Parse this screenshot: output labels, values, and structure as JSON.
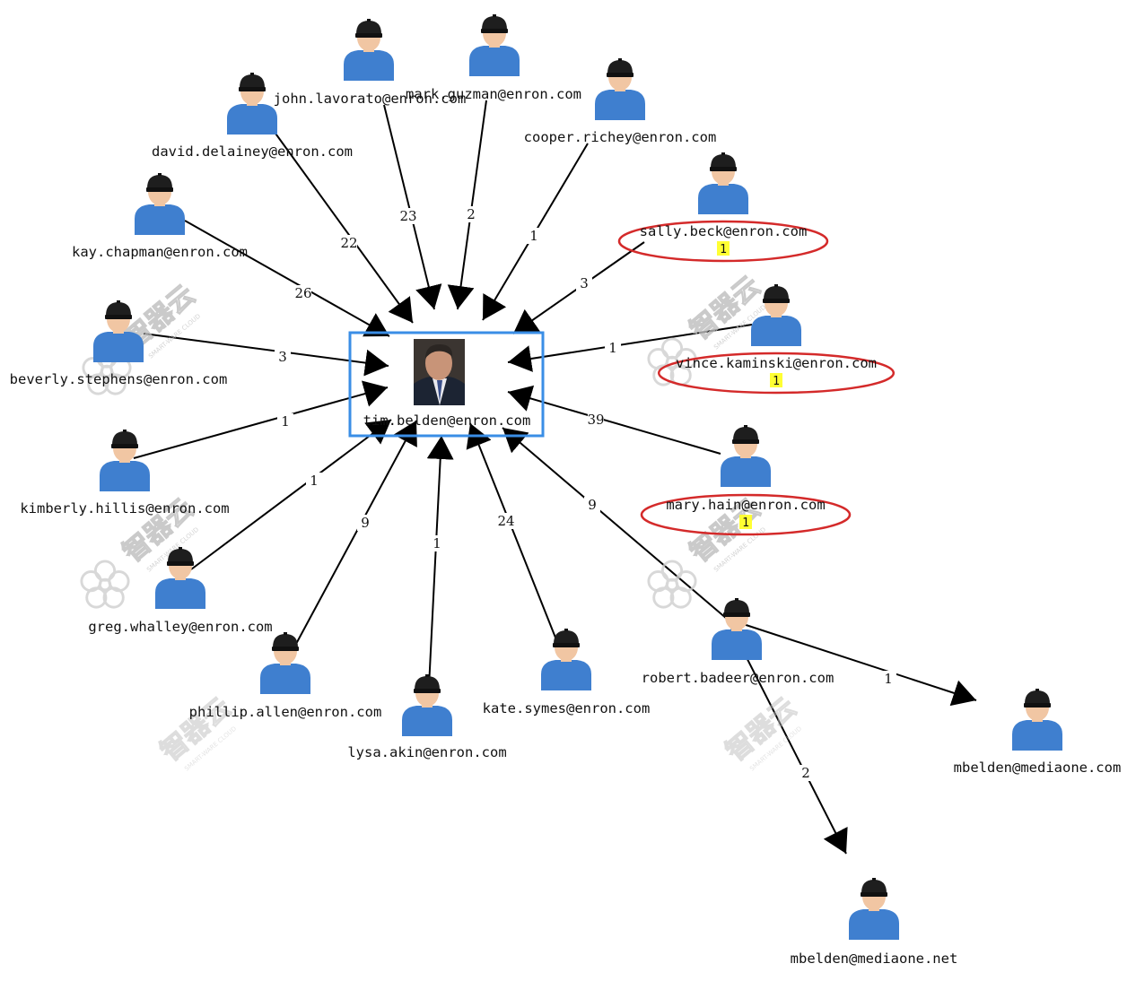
{
  "colors": {
    "person_shirt": "#3f7fcf",
    "person_skin": "#f1c6a3",
    "person_cap": "#1e1e1e",
    "focus_box": "#3a8ee6",
    "highlight_ellipse": "#d42a2a",
    "badge": "#ffff33",
    "edge": "#000000"
  },
  "center": {
    "label": "tim.belden@enron.com",
    "icon": "photo-portrait-icon"
  },
  "nodes": [
    {
      "id": "john",
      "label": "john.lavorato@enron.com",
      "icon": "person-icon"
    },
    {
      "id": "mark",
      "label": "mark.guzman@enron.com",
      "icon": "person-icon"
    },
    {
      "id": "david",
      "label": "david.delainey@enron.com",
      "icon": "person-icon"
    },
    {
      "id": "cooper",
      "label": "cooper.richey@enron.com",
      "icon": "person-icon"
    },
    {
      "id": "kay",
      "label": "kay.chapman@enron.com",
      "icon": "person-icon"
    },
    {
      "id": "sally",
      "label": "sally.beck@enron.com",
      "icon": "person-icon",
      "badge": "1",
      "highlighted": true
    },
    {
      "id": "beverly",
      "label": "beverly.stephens@enron.com",
      "icon": "person-icon"
    },
    {
      "id": "vince",
      "label": "vince.kaminski@enron.com",
      "icon": "person-icon",
      "badge": "1",
      "highlighted": true
    },
    {
      "id": "kimberly",
      "label": "kimberly.hillis@enron.com",
      "icon": "person-icon"
    },
    {
      "id": "mary",
      "label": "mary.hain@enron.com",
      "icon": "person-icon",
      "badge": "1",
      "highlighted": true
    },
    {
      "id": "greg",
      "label": "greg.whalley@enron.com",
      "icon": "person-icon"
    },
    {
      "id": "phillip",
      "label": "phillip.allen@enron.com",
      "icon": "person-icon"
    },
    {
      "id": "lysa",
      "label": "lysa.akin@enron.com",
      "icon": "person-icon"
    },
    {
      "id": "kate",
      "label": "kate.symes@enron.com",
      "icon": "person-icon"
    },
    {
      "id": "robert",
      "label": "robert.badeer@enron.com",
      "icon": "person-icon"
    },
    {
      "id": "mbcom",
      "label": "mbelden@mediaone.com",
      "icon": "person-icon"
    },
    {
      "id": "mbnet",
      "label": "mbelden@mediaone.net",
      "icon": "person-icon"
    }
  ],
  "edges": [
    {
      "from": "john",
      "to": "center",
      "weight": "23"
    },
    {
      "from": "mark",
      "to": "center",
      "weight": "2"
    },
    {
      "from": "david",
      "to": "center",
      "weight": "22"
    },
    {
      "from": "cooper",
      "to": "center",
      "weight": "1"
    },
    {
      "from": "kay",
      "to": "center",
      "weight": "26"
    },
    {
      "from": "sally",
      "to": "center",
      "weight": "3"
    },
    {
      "from": "beverly",
      "to": "center",
      "weight": "3"
    },
    {
      "from": "vince",
      "to": "center",
      "weight": "1"
    },
    {
      "from": "kimberly",
      "to": "center",
      "weight": "1"
    },
    {
      "from": "mary",
      "to": "center",
      "weight": "39"
    },
    {
      "from": "greg",
      "to": "center",
      "weight": "1"
    },
    {
      "from": "phillip",
      "to": "center",
      "weight": "9"
    },
    {
      "from": "lysa",
      "to": "center",
      "weight": "1"
    },
    {
      "from": "kate",
      "to": "center",
      "weight": "24"
    },
    {
      "from": "robert",
      "to": "center",
      "weight": "9"
    },
    {
      "from": "robert",
      "to": "mbcom",
      "weight": "1"
    },
    {
      "from": "robert",
      "to": "mbnet",
      "weight": "2"
    }
  ],
  "watermark": {
    "text": "智器云",
    "subtext": "SMART-WARE CLOUD",
    "icon": "flower-logo-icon"
  }
}
